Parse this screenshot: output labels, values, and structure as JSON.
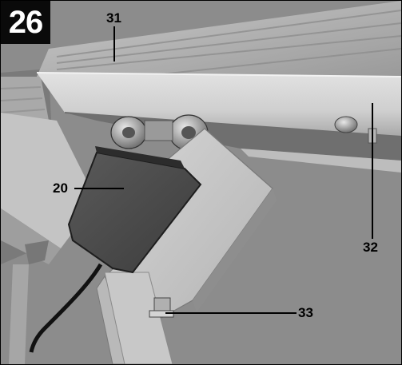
{
  "figure": {
    "number": "26"
  },
  "callouts": [
    {
      "id": "31",
      "label": "31"
    },
    {
      "id": "32",
      "label": "32"
    },
    {
      "id": "20",
      "label": "20"
    },
    {
      "id": "33",
      "label": "33"
    }
  ]
}
